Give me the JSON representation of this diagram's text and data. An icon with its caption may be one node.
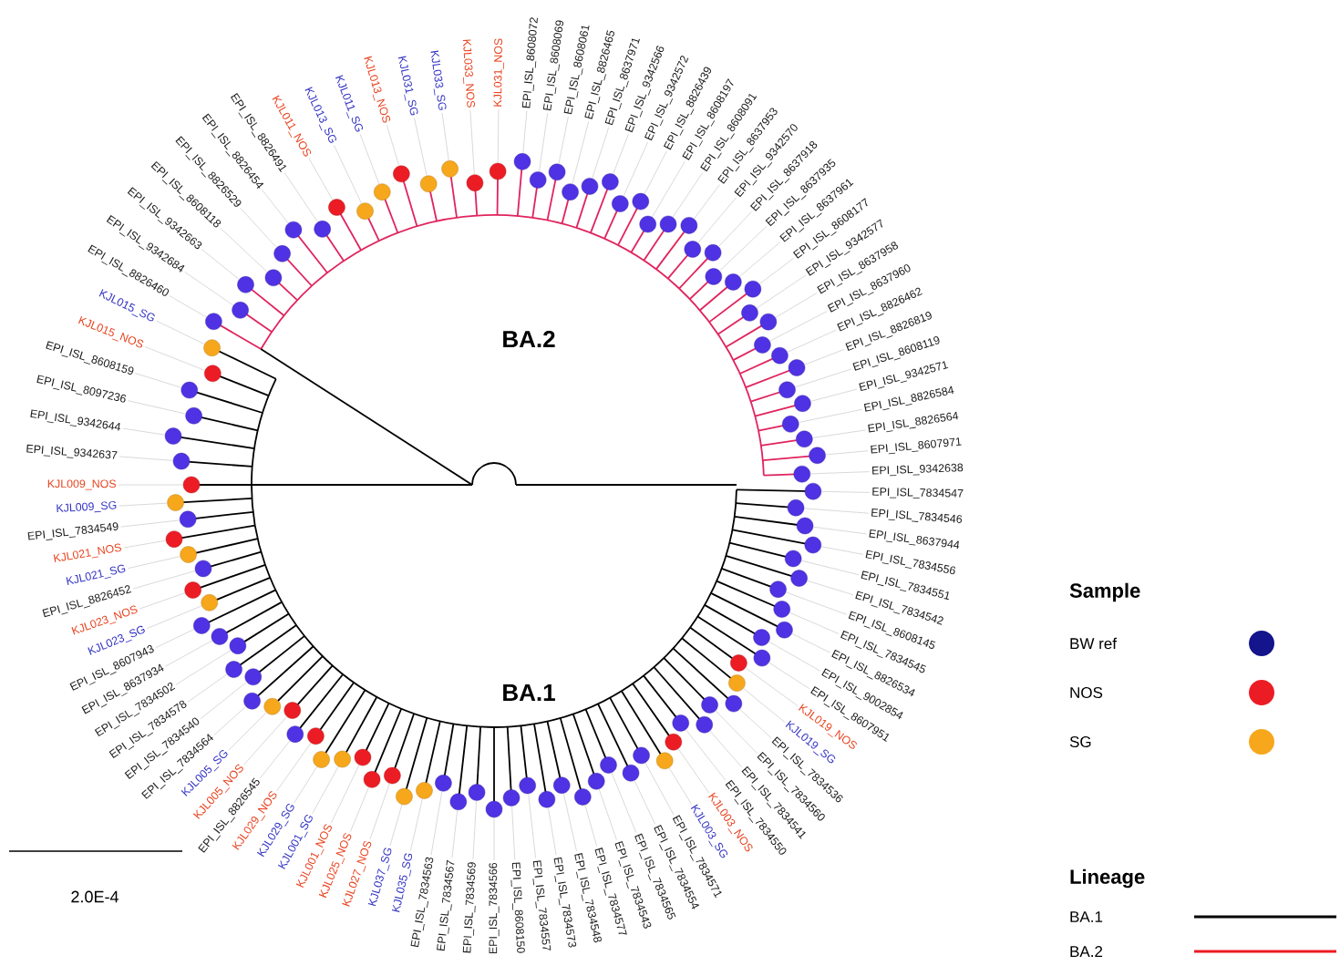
{
  "diagram": {
    "nodes": [
      {
        "text": [
          "KJL009_NOS"
        ]
      },
      {
        "text": [
          "EPI_ISL_9342637"
        ]
      },
      {
        "text": [
          "EPI_ISL_9342644"
        ]
      },
      {
        "text": [
          "EPI_ISL_8097236"
        ]
      },
      {
        "text": [
          "EPI_ISL_8608159"
        ]
      },
      {
        "text": [
          "KJL015_NOS"
        ]
      },
      {
        "text": [
          "KJL015_SG"
        ]
      },
      {
        "text": [
          "EPI_ISL_8826460"
        ]
      },
      {
        "text": [
          "EPI_ISL_9342684"
        ]
      },
      {
        "text": [
          "EPI_ISL_9342663"
        ]
      },
      {
        "text": [
          "EPI_ISL_8608118"
        ]
      },
      {
        "text": [
          "EPI_ISL_8826529"
        ]
      },
      {
        "text": [
          "EPI_ISL_8826454"
        ]
      },
      {
        "text": [
          "EPI_ISL_8826491"
        ]
      },
      {
        "text": [
          "KJL011_NOS"
        ]
      },
      {
        "text": [
          "KJL013_SG"
        ]
      },
      {
        "text": [
          "KJL011_SG"
        ]
      },
      {
        "text": [
          "KJL013_NOS"
        ]
      },
      {
        "text": [
          "KJL031_SG"
        ]
      },
      {
        "text": [
          "KJL033_SG"
        ]
      },
      {
        "text": [
          "KJL033_NOS"
        ]
      },
      {
        "text": [
          "KJL031_NOS"
        ]
      },
      {
        "text": [
          "EPI_ISL_8608072"
        ]
      },
      {
        "text": [
          "EPI_ISL_8608069"
        ]
      },
      {
        "text": [
          "EPI_ISL_8608061"
        ]
      },
      {
        "text": [
          "EPI_ISL_8826465"
        ]
      },
      {
        "text": [
          "EPI_ISL_8637971"
        ]
      },
      {
        "text": [
          "EPI_ISL_9342566"
        ]
      },
      {
        "text": [
          "EPI_ISL_9342572"
        ]
      },
      {
        "text": [
          "EPI_ISL_8826439"
        ]
      },
      {
        "text": [
          "EPI_ISL_8608197"
        ]
      },
      {
        "text": [
          "EPI_ISL_8608091"
        ]
      },
      {
        "text": [
          "EPI_ISL_8637953"
        ]
      },
      {
        "text": [
          "EPI_ISL_9342570"
        ]
      },
      {
        "text": [
          "EPI_ISL_8637918"
        ]
      },
      {
        "text": [
          "EPI_ISL_8637935"
        ]
      },
      {
        "text": [
          "EPI_ISL_8637961"
        ]
      },
      {
        "text": [
          "EPI_ISL_8608177"
        ]
      },
      {
        "text": [
          "EPI_ISL_9342577"
        ]
      },
      {
        "text": [
          "EPI_ISL_8637958"
        ]
      },
      {
        "text": [
          "EPI_ISL_8637960"
        ]
      },
      {
        "text": [
          "EPI_ISL_8826462"
        ]
      },
      {
        "text": [
          "EPI_ISL_8826819"
        ]
      },
      {
        "text": [
          "EPI_ISL_8608119"
        ]
      },
      {
        "text": [
          "EPI_ISL_9342571"
        ]
      },
      {
        "text": [
          "EPI_ISL_8826584"
        ]
      },
      {
        "text": [
          "EPI_ISL_8826564"
        ]
      },
      {
        "text": [
          "EPI_ISL_8607971"
        ]
      },
      {
        "text": [
          "EPI_ISL_9342638"
        ]
      },
      {
        "text": [
          "EPI_ISL_7834547"
        ]
      },
      {
        "text": [
          "EPI_ISL_7834546"
        ]
      },
      {
        "text": [
          "EPI_ISL_8637944"
        ]
      },
      {
        "text": [
          "EPI_ISL_7834556"
        ]
      },
      {
        "text": [
          "EPI_ISL_7834551"
        ]
      },
      {
        "text": [
          "EPI_ISL_7834542"
        ]
      },
      {
        "text": [
          "EPI_ISL_8608145"
        ]
      },
      {
        "text": [
          "EPI_ISL_7834545"
        ]
      },
      {
        "text": [
          "EPI_ISL_8826534"
        ]
      },
      {
        "text": [
          "EPI_ISL_9002854"
        ]
      },
      {
        "text": [
          "EPI_ISL_8607951"
        ]
      },
      {
        "text": [
          "KJL019_NOS"
        ]
      },
      {
        "text": [
          "KJL019_SG"
        ]
      },
      {
        "text": [
          "EPI_ISL_7834536"
        ]
      },
      {
        "text": [
          "EPI_ISL_7834560"
        ]
      },
      {
        "text": [
          "EPI_ISL_7834541"
        ]
      },
      {
        "text": [
          "EPI_ISL_7834550"
        ]
      },
      {
        "text": [
          "KJL003_NOS"
        ]
      },
      {
        "text": [
          "KJL003_SG"
        ]
      },
      {
        "text": [
          "EPI_ISL_7834571"
        ]
      },
      {
        "text": [
          "EPI_ISL_7834554"
        ]
      },
      {
        "text": [
          "EPI_ISL_7834565"
        ]
      },
      {
        "text": [
          "EPI_ISL_7834543"
        ]
      },
      {
        "text": [
          "EPI_ISL_7834577"
        ]
      },
      {
        "text": [
          "EPI_ISL_7834548"
        ]
      },
      {
        "text": [
          "EPI_ISL_7834573"
        ]
      },
      {
        "text": [
          "EPI_ISL_7834557"
        ]
      },
      {
        "text": [
          "EPI_ISL_8608150"
        ]
      },
      {
        "text": [
          "EPI_ISL_7834566"
        ]
      },
      {
        "text": [
          "EPI_ISL_7834569"
        ]
      },
      {
        "text": [
          "EPI_ISL_7834567"
        ]
      },
      {
        "text": [
          "EPI_ISL_7834563"
        ]
      },
      {
        "text": [
          "KJL035_SG"
        ]
      },
      {
        "text": [
          "KJL037_SG"
        ]
      },
      {
        "text": [
          "KJL027_NOS"
        ]
      },
      {
        "text": [
          "KJL025_NOS"
        ]
      },
      {
        "text": [
          "KJL001_NOS"
        ]
      },
      {
        "text": [
          "KJL001_SG"
        ]
      },
      {
        "text": [
          "KJL029_SG"
        ]
      },
      {
        "text": [
          "KJL029_NOS"
        ]
      },
      {
        "text": [
          "EPI_ISL_8826545"
        ]
      },
      {
        "text": [
          "KJL005_NOS"
        ]
      },
      {
        "text": [
          "KJL005_SG"
        ]
      },
      {
        "text": [
          "EPI_ISL_7834564"
        ]
      },
      {
        "text": [
          "EPI_ISL_7834540"
        ]
      },
      {
        "text": [
          "EPI_ISL_7834578"
        ]
      },
      {
        "text": [
          "EPI_ISL_7834502"
        ]
      },
      {
        "text": [
          "EPI_ISL_8637934"
        ]
      },
      {
        "text": [
          "EPI_ISL_8607943"
        ]
      },
      {
        "text": [
          "KJL023_SG"
        ]
      },
      {
        "text": [
          "KJL023_NOS"
        ]
      },
      {
        "text": [
          "EPI_ISL_8826452"
        ]
      },
      {
        "text": [
          "KJL021_SG"
        ]
      },
      {
        "text": [
          "KJL021_NOS"
        ]
      },
      {
        "text": [
          "EPI_ISL_7834549"
        ]
      },
      {
        "text": [
          "KJL009_SG"
        ]
      },
      {
        "text": [],
        "shape": "circle"
      },
      {
        "text": [],
        "shape": "circle"
      },
      {
        "text": [],
        "shape": "circle"
      },
      {
        "text": [],
        "shape": "circle"
      },
      {
        "text": [],
        "shape": "circle"
      },
      {
        "text": [],
        "shape": "circle"
      },
      {
        "text": [],
        "shape": "circle"
      },
      {
        "text": [],
        "shape": "circle"
      },
      {
        "text": [],
        "shape": "circle"
      },
      {
        "text": [],
        "shape": "circle"
      },
      {
        "text": [],
        "shape": "circle"
      },
      {
        "text": [],
        "shape": "circle"
      },
      {
        "text": [],
        "shape": "circle"
      },
      {
        "text": [],
        "shape": "circle"
      },
      {
        "text": [],
        "shape": "circle"
      },
      {
        "text": [],
        "shape": "circle"
      },
      {
        "text": [],
        "shape": "circle"
      },
      {
        "text": [],
        "shape": "circle"
      },
      {
        "text": [],
        "shape": "circle"
      },
      {
        "text": [],
        "shape": "circle"
      },
      {
        "text": [],
        "shape": "circle"
      },
      {
        "text": [],
        "shape": "circle"
      },
      {
        "text": [],
        "shape": "circle"
      },
      {
        "text": [],
        "shape": "circle"
      },
      {
        "text": [],
        "shape": "circle"
      },
      {
        "text": [],
        "shape": "circle"
      },
      {
        "text": [],
        "shape": "circle"
      },
      {
        "text": [],
        "shape": "circle"
      },
      {
        "text": [],
        "shape": "circle"
      },
      {
        "text": [],
        "shape": "circle"
      },
      {
        "text": [],
        "shape": "circle"
      },
      {
        "text": [],
        "shape": "circle"
      },
      {
        "text": [],
        "shape": "circle"
      },
      {
        "text": [],
        "shape": "circle"
      },
      {
        "text": [],
        "shape": "circle"
      },
      {
        "text": [],
        "shape": "circle"
      },
      {
        "text": [],
        "shape": "circle"
      },
      {
        "text": [],
        "shape": "circle"
      },
      {
        "text": [],
        "shape": "circle"
      },
      {
        "text": [],
        "shape": "circle"
      },
      {
        "text": [],
        "shape": "circle"
      },
      {
        "text": [],
        "shape": "circle"
      },
      {
        "text": [],
        "shape": "circle"
      },
      {
        "text": [],
        "shape": "circle"
      },
      {
        "text": [],
        "shape": "circle"
      },
      {
        "text": [],
        "shape": "circle"
      },
      {
        "text": [],
        "shape": "circle"
      },
      {
        "text": [],
        "shape": "circle"
      },
      {
        "text": [],
        "shape": "circle"
      },
      {
        "text": [],
        "shape": "circle"
      },
      {
        "text": [],
        "shape": "circle"
      },
      {
        "text": [],
        "shape": "circle"
      },
      {
        "text": [],
        "shape": "circle"
      },
      {
        "text": [],
        "shape": "circle"
      },
      {
        "text": [],
        "shape": "circle"
      },
      {
        "text": [],
        "shape": "circle"
      },
      {
        "text": [],
        "shape": "circle"
      },
      {
        "text": [],
        "shape": "circle"
      },
      {
        "text": [],
        "shape": "circle"
      },
      {
        "text": [],
        "shape": "circle"
      },
      {
        "text": [],
        "shape": "circle"
      },
      {
        "text": [],
        "shape": "circle"
      },
      {
        "text": [],
        "shape": "circle"
      },
      {
        "text": [],
        "shape": "circle"
      },
      {
        "text": [],
        "shape": "circle"
      },
      {
        "text": [],
        "shape": "circle"
      },
      {
        "text": [],
        "shape": "circle"
      },
      {
        "text": [],
        "shape": "circle"
      },
      {
        "text": [],
        "shape": "circle"
      },
      {
        "text": [],
        "shape": "circle"
      },
      {
        "text": [],
        "shape": "circle"
      },
      {
        "text": [],
        "shape": "circle"
      },
      {
        "text": [],
        "shape": "circle"
      },
      {
        "text": [],
        "shape": "circle"
      },
      {
        "text": [],
        "shape": "circle"
      },
      {
        "text": [],
        "shape": "circle"
      },
      {
        "text": [],
        "shape": "circle"
      },
      {
        "text": [],
        "shape": "circle"
      },
      {
        "text": [],
        "shape": "circle"
      },
      {
        "text": [],
        "shape": "circle"
      },
      {
        "text": [],
        "shape": "circle"
      },
      {
        "text": [],
        "shape": "circle"
      },
      {
        "text": [],
        "shape": "circle"
      },
      {
        "text": [],
        "shape": "circle"
      },
      {
        "text": [],
        "shape": "circle"
      },
      {
        "text": [],
        "shape": "circle"
      },
      {
        "text": [],
        "shape": "circle"
      },
      {
        "text": [],
        "shape": "circle"
      },
      {
        "text": [],
        "shape": "circle"
      },
      {
        "text": [],
        "shape": "circle"
      },
      {
        "text": [],
        "shape": "circle"
      },
      {
        "text": [],
        "shape": "circle"
      },
      {
        "text": [],
        "shape": "circle"
      },
      {
        "text": [],
        "shape": "circle"
      },
      {
        "text": [],
        "shape": "circle"
      },
      {
        "text": [],
        "shape": "circle"
      },
      {
        "text": [],
        "shape": "circle"
      },
      {
        "text": [],
        "shape": "circle"
      },
      {
        "text": [],
        "shape": "circle"
      },
      {
        "text": [],
        "shape": "circle"
      },
      {
        "text": [],
        "shape": "circle"
      },
      {
        "text": [],
        "shape": "circle"
      },
      {
        "text": [],
        "shape": "circle"
      },
      {
        "text": [],
        "shape": "circle"
      },
      {
        "text": [],
        "shape": "circle"
      }
    ],
    "edges": [
      {
        "from": 0,
        "to": 105,
        "arrow": "none"
      },
      {
        "from": 1,
        "to": 106,
        "arrow": "none"
      },
      {
        "from": 2,
        "to": 107,
        "arrow": "none"
      },
      {
        "from": 3,
        "to": 108,
        "arrow": "none"
      },
      {
        "from": 4,
        "to": 109,
        "arrow": "none"
      },
      {
        "from": 5,
        "to": 110,
        "arrow": "none"
      },
      {
        "from": 6,
        "to": 111,
        "arrow": "none"
      },
      {
        "from": 7,
        "to": 112,
        "arrow": "none"
      },
      {
        "from": 8,
        "to": 113,
        "arrow": "none"
      },
      {
        "from": 9,
        "to": 114,
        "arrow": "none"
      },
      {
        "from": 10,
        "to": 115,
        "arrow": "none"
      },
      {
        "from": 11,
        "to": 116,
        "arrow": "none"
      },
      {
        "from": 12,
        "to": 117,
        "arrow": "none"
      },
      {
        "from": 13,
        "to": 118,
        "arrow": "none"
      },
      {
        "from": 14,
        "to": 119,
        "arrow": "none"
      },
      {
        "from": 15,
        "to": 120,
        "arrow": "none"
      },
      {
        "from": 16,
        "to": 121,
        "arrow": "none"
      },
      {
        "from": 17,
        "to": 122,
        "arrow": "none"
      },
      {
        "from": 18,
        "to": 123,
        "arrow": "none"
      },
      {
        "from": 19,
        "to": 124,
        "arrow": "none"
      },
      {
        "from": 20,
        "to": 125,
        "arrow": "none"
      },
      {
        "from": 21,
        "to": 126,
        "arrow": "none"
      },
      {
        "from": 22,
        "to": 127,
        "arrow": "none"
      },
      {
        "from": 23,
        "to": 128,
        "arrow": "none"
      },
      {
        "from": 24,
        "to": 129,
        "arrow": "none"
      },
      {
        "from": 25,
        "to": 130,
        "arrow": "none"
      },
      {
        "from": 26,
        "to": 131,
        "arrow": "none"
      },
      {
        "from": 27,
        "to": 132,
        "arrow": "none"
      },
      {
        "from": 28,
        "to": 133,
        "arrow": "none"
      },
      {
        "from": 29,
        "to": 134,
        "arrow": "none"
      },
      {
        "from": 30,
        "to": 135,
        "arrow": "none"
      },
      {
        "from": 31,
        "to": 136,
        "arrow": "none"
      },
      {
        "from": 32,
        "to": 137,
        "arrow": "none"
      },
      {
        "from": 33,
        "to": 138,
        "arrow": "none"
      },
      {
        "from": 34,
        "to": 139,
        "arrow": "none"
      },
      {
        "from": 35,
        "to": 140,
        "arrow": "none"
      },
      {
        "from": 36,
        "to": 141,
        "arrow": "none"
      },
      {
        "from": 37,
        "to": 142,
        "arrow": "none"
      },
      {
        "from": 38,
        "to": 143,
        "arrow": "none"
      },
      {
        "from": 39,
        "to": 144,
        "arrow": "none"
      },
      {
        "from": 40,
        "to": 145,
        "arrow": "none"
      },
      {
        "from": 41,
        "to": 146,
        "arrow": "none"
      },
      {
        "from": 42,
        "to": 147,
        "arrow": "none"
      },
      {
        "from": 43,
        "to": 148,
        "arrow": "none"
      },
      {
        "from": 44,
        "to": 149,
        "arrow": "none"
      },
      {
        "from": 45,
        "to": 150,
        "arrow": "none"
      },
      {
        "from": 46,
        "to": 151,
        "arrow": "none"
      },
      {
        "from": 47,
        "to": 152,
        "arrow": "none"
      },
      {
        "from": 48,
        "to": 153,
        "arrow": "none"
      },
      {
        "from": 49,
        "to": 154,
        "arrow": "none"
      },
      {
        "from": 50,
        "to": 155,
        "arrow": "none"
      },
      {
        "from": 51,
        "to": 156,
        "arrow": "none"
      },
      {
        "from": 52,
        "to": 157,
        "arrow": "none"
      },
      {
        "from": 53,
        "to": 158,
        "arrow": "none"
      },
      {
        "from": 54,
        "to": 159,
        "arrow": "none"
      },
      {
        "from": 55,
        "to": 160,
        "arrow": "none"
      },
      {
        "from": 56,
        "to": 161,
        "arrow": "none"
      },
      {
        "from": 57,
        "to": 162,
        "arrow": "none"
      },
      {
        "from": 58,
        "to": 163,
        "arrow": "none"
      },
      {
        "from": 59,
        "to": 164,
        "arrow": "none"
      },
      {
        "from": 60,
        "to": 165,
        "arrow": "none"
      },
      {
        "from": 61,
        "to": 166,
        "arrow": "none"
      },
      {
        "from": 62,
        "to": 167,
        "arrow": "none"
      },
      {
        "from": 63,
        "to": 168,
        "arrow": "none"
      },
      {
        "from": 64,
        "to": 169,
        "arrow": "none"
      },
      {
        "from": 65,
        "to": 170,
        "arrow": "none"
      },
      {
        "from": 66,
        "to": 171,
        "arrow": "none"
      },
      {
        "from": 67,
        "to": 172,
        "arrow": "none"
      },
      {
        "from": 68,
        "to": 173,
        "arrow": "none"
      },
      {
        "from": 69,
        "to": 174,
        "arrow": "none"
      },
      {
        "from": 70,
        "to": 175,
        "arrow": "none"
      },
      {
        "from": 71,
        "to": 176,
        "arrow": "none"
      },
      {
        "from": 72,
        "to": 177,
        "arrow": "none"
      },
      {
        "from": 73,
        "to": 178,
        "arrow": "none"
      },
      {
        "from": 74,
        "to": 179,
        "arrow": "none"
      },
      {
        "from": 75,
        "to": 180,
        "arrow": "none"
      },
      {
        "from": 76,
        "to": 181,
        "arrow": "none"
      },
      {
        "from": 77,
        "to": 182,
        "arrow": "none"
      },
      {
        "from": 78,
        "to": 183,
        "arrow": "none"
      },
      {
        "from": 79,
        "to": 184,
        "arrow": "none"
      },
      {
        "from": 80,
        "to": 185,
        "arrow": "none"
      },
      {
        "from": 81,
        "to": 186,
        "arrow": "none"
      },
      {
        "from": 82,
        "to": 187,
        "arrow": "none"
      },
      {
        "from": 83,
        "to": 188,
        "arrow": "none"
      },
      {
        "from": 84,
        "to": 189,
        "arrow": "none"
      },
      {
        "from": 85,
        "to": 190,
        "arrow": "none"
      },
      {
        "from": 86,
        "to": 191,
        "arrow": "none"
      },
      {
        "from": 87,
        "to": 192,
        "arrow": "none"
      },
      {
        "from": 88,
        "to": 193,
        "arrow": "none"
      },
      {
        "from": 89,
        "to": 194,
        "arrow": "none"
      },
      {
        "from": 90,
        "to": 195,
        "arrow": "none"
      },
      {
        "from": 91,
        "to": 196,
        "arrow": "none"
      },
      {
        "from": 92,
        "to": 197,
        "arrow": "none"
      },
      {
        "from": 93,
        "to": 198,
        "arrow": "none"
      },
      {
        "from": 94,
        "to": 199,
        "arrow": "none"
      },
      {
        "from": 95,
        "to": 200,
        "arrow": "none"
      },
      {
        "from": 96,
        "to": 201,
        "arrow": "none"
      },
      {
        "from": 97,
        "to": 202,
        "arrow": "none"
      },
      {
        "from": 98,
        "to": 203,
        "arrow": "none"
      },
      {
        "from": 99,
        "to": 204,
        "arrow": "none"
      },
      {
        "from": 100,
        "to": 205,
        "arrow": "none"
      },
      {
        "from": 101,
        "to": 206,
        "arrow": "none"
      },
      {
        "from": 102,
        "to": 207,
        "arrow": "none"
      },
      {
        "from": 103,
        "to": 208,
        "arrow": "none"
      },
      {
        "from": 104,
        "to": 209,
        "arrow": "none"
      }
    ],
    "labels": [
      "BA.2",
      "Sample",
      "BA.1",
      "Lineage",
      "2.0E-4"
    ],
    "legend": [
      {
        "text": "BW ref",
        "color": "#14148c"
      },
      {
        "text": "NOS",
        "color": "#ec1c24"
      },
      {
        "text": "SG",
        "color": "#f6a71c"
      },
      {
        "text": "BA.1"
      },
      {
        "text": "BA.2"
      }
    ]
  }
}
